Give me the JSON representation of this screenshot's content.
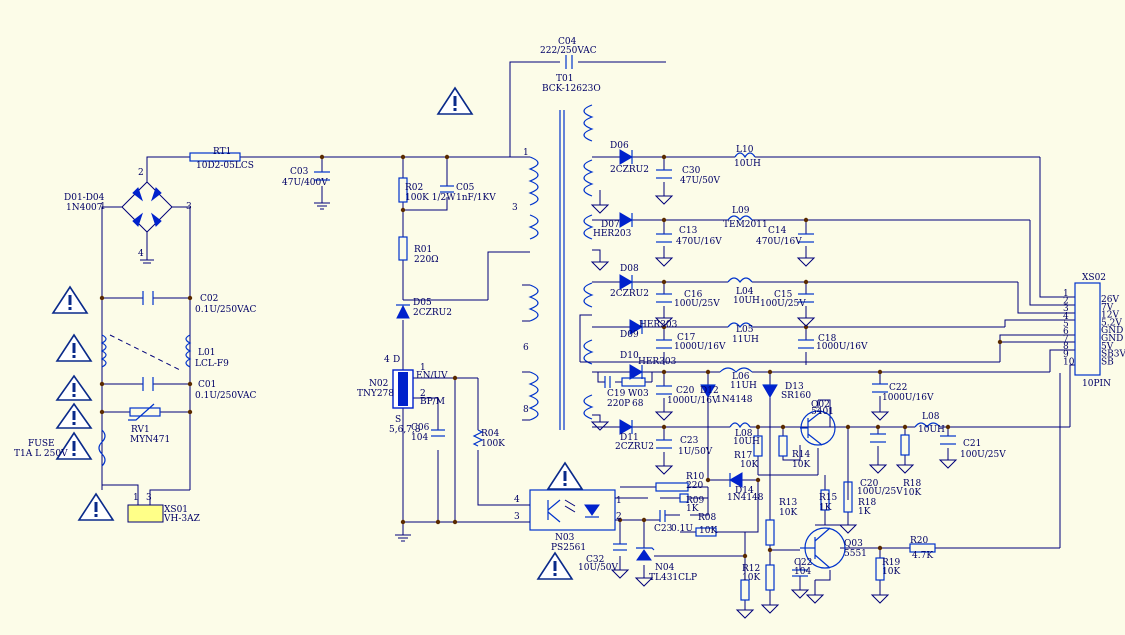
{
  "labels": {
    "c04": "C04",
    "c04_val": "222/250VAC",
    "t01": "T01",
    "t01_val": "BCK-12623O",
    "rt1": "RT1",
    "rt1_val": "10D2-05LCS",
    "c03": "C03",
    "c03_val": "47U/400V",
    "r02": "R02",
    "r02_val": "100K 1/2W",
    "c05": "C05",
    "c05_val": "1nF/1KV",
    "r01": "R01",
    "r01_val": "220Ω",
    "d05": "D05",
    "d05_val": "2CZRU2",
    "d01": "D01-D04",
    "d01_val": "1N4007",
    "c02": "C02",
    "c02_val": "0.1U/250VAC",
    "l01": "L01",
    "l01_val": "LCL-F9",
    "c01": "C01",
    "c01_val": "0.1U/250VAC",
    "rv1": "RV1",
    "rv1_val": "MYN471",
    "fuse": "FUSE",
    "fuse_val": "T1A L 250V",
    "xs01": "XS01",
    "xs01_val": "VH-3AZ",
    "n02": "N02",
    "n02_val": "TNY278",
    "enuv": "EN/UV",
    "bpm": "BP/M",
    "s_pin": "S",
    "s_pins": "5,6,7,8",
    "d_pin": "D",
    "c06": "C06",
    "c06_val": "104",
    "r04": "R04",
    "r04_val": "100K",
    "n03": "N03",
    "n03_val": "PS2561",
    "c32": "C32",
    "c32_val": "10U/50V",
    "n04": "N04",
    "n04_val": "TL431CLP",
    "c23b": "C23",
    "c23b_val": "0.1U",
    "r08": "R08",
    "r08_val": "10K",
    "r10": "R10",
    "r10_val": "220",
    "r09": "R09",
    "r09_val": "1K",
    "r12": "R12",
    "r12_val": "10K",
    "d06": "D06",
    "d06_val": "2CZRU2",
    "c30": "C30",
    "c30_val": "47U/50V",
    "l10": "L10",
    "l10_val": "10UH",
    "d07": "D07",
    "d07_val": "HER203",
    "c13": "C13",
    "c13_val": "470U/16V",
    "l09": "L09",
    "l09_val": "TEM2011",
    "c14": "C14",
    "c14_val": "470U/16V",
    "d08": "D08",
    "d08_val": "2CZRU2",
    "c16": "C16",
    "c16_val": "100U/25V",
    "l04": "L04",
    "l04_val": "10UH",
    "c15": "C15",
    "c15_val": "100U/25V",
    "d09": "D09",
    "d09_val": "HER303",
    "c17": "C17",
    "c17_val": "1000U/16V",
    "l05": "L05",
    "l05_val": "11UH",
    "c18": "C18",
    "c18_val": "1000U/16V",
    "d10": "D10",
    "d10_val": "HER303",
    "c19": "C19",
    "c19_val": "220P",
    "w03": "W03",
    "w03_val": "68",
    "c20": "C20",
    "c20_val": "1000U/16V",
    "d12": "D12",
    "d12_val": "1N4148",
    "l06": "L06",
    "l06_val": "11UH",
    "d13": "D13",
    "d13_val": "SR160",
    "c22": "C22",
    "c22_val": "1000U/16V",
    "d11": "D11",
    "d11_val": "2CZRU2",
    "c23": "C23",
    "c23_val": "1U/50V",
    "l08": "L08",
    "l08_val": "10UH",
    "r17": "R17",
    "r17_val": "10K",
    "r14": "R14",
    "r14_val": "10K",
    "q02": "Q02",
    "q02_val": "5401",
    "c20b": "C20",
    "c20b_val": "100U/25V",
    "r18": "R18",
    "r18_val": "10K",
    "l08b": "L08",
    "l08b_val": "10UH",
    "c21": "C21",
    "c21_val": "100U/25V",
    "d14": "D14",
    "d14_val": "1N4148",
    "r13": "R13",
    "r13_val": "10K",
    "r15": "R15",
    "r15_val": "1K",
    "r18b": "R18",
    "r18b_val": "1K",
    "q03": "Q03",
    "q03_val": "5551",
    "c22b": "C22",
    "c22b_val": "104",
    "r19": "R19",
    "r19_val": "10K",
    "r20": "R20",
    "r20_val": "4.7K",
    "xs02": "XS02",
    "xs02_val": "10PIN"
  },
  "connector_signals": [
    "26V",
    "7V",
    "12V",
    "5.2V",
    "GND",
    "GND",
    "5V",
    "SB3V",
    "SB"
  ],
  "connector_pins": [
    "1",
    "2",
    "3",
    "4",
    "5",
    "6",
    "7",
    "8",
    "9",
    "10"
  ],
  "pin_numbers": {
    "t1": "1",
    "t3": "3",
    "t6": "6",
    "t8": "8",
    "n02_4": "4",
    "n02_1": "1",
    "n02_2": "2",
    "n03_4": "4",
    "n03_3": "3",
    "n03_1": "1",
    "n03_2": "2",
    "br_2": "2",
    "br_1": "1",
    "br_3": "3",
    "br_4": "4",
    "xs01_1": "1",
    "xs01_3": "3"
  },
  "colors": {
    "wire": "#00007a",
    "component": "#0022cc",
    "background": "#fcfce8",
    "label": "#000066"
  }
}
